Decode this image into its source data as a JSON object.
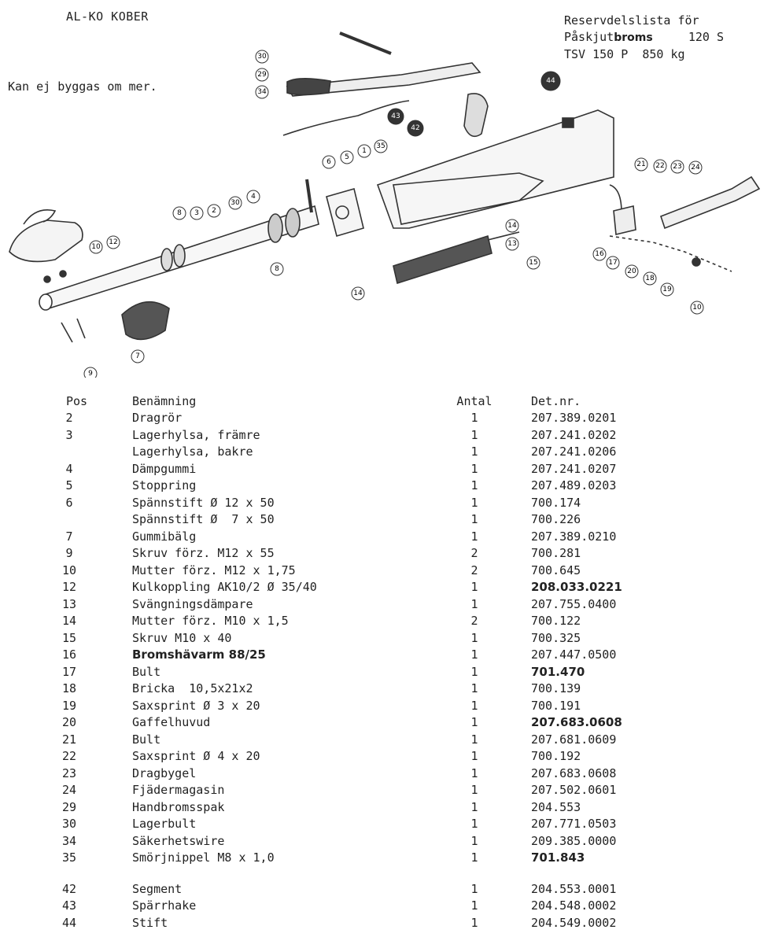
{
  "header": {
    "brand": "AL-KO KOBER",
    "note": "Kan ej byggas om mer.",
    "title_line1": "Reservdelslista för",
    "title_line2_a": "Påskjut",
    "title_line2_b": "broms",
    "title_line2_c": "120 S",
    "title_line3": "TSV 150 P  850 kg"
  },
  "diagram": {
    "callouts": [
      "30",
      "29",
      "34",
      "44",
      "43",
      "42",
      "35",
      "1",
      "5",
      "6",
      "4",
      "30",
      "3",
      "8",
      "2",
      "8",
      "12",
      "10",
      "9",
      "7",
      "14",
      "13",
      "15",
      "14",
      "21",
      "22",
      "23",
      "24",
      "16",
      "17",
      "20",
      "18",
      "19",
      "10"
    ]
  },
  "table": {
    "headers": {
      "pos": "Pos",
      "name": "Benämning",
      "qty": "Antal",
      "det": "Det.nr."
    },
    "rows": [
      {
        "pos": "2",
        "name": "Dragrör",
        "qty": "1",
        "det": "207.389.0201"
      },
      {
        "pos": "3",
        "name": "Lagerhylsa, främre",
        "qty": "1",
        "det": "207.241.0202"
      },
      {
        "pos": "",
        "name": "Lagerhylsa, bakre",
        "qty": "1",
        "det": "207.241.0206"
      },
      {
        "pos": "4",
        "name": "Dämpgummi",
        "qty": "1",
        "det": "207.241.0207"
      },
      {
        "pos": "5",
        "name": "Stoppring",
        "qty": "1",
        "det": "207.489.0203"
      },
      {
        "pos": "6",
        "name": "Spännstift Ø 12 x 50",
        "qty": "1",
        "det": "700.174"
      },
      {
        "pos": "",
        "name": "Spännstift Ø  7 x 50",
        "qty": "1",
        "det": "700.226"
      },
      {
        "pos": "7",
        "name": "Gummibälg",
        "qty": "1",
        "det": "207.389.0210"
      },
      {
        "pos": "9",
        "name": "Skruv förz. M12 x 55",
        "qty": "2",
        "det": "700.281"
      },
      {
        "pos": "10",
        "name": "Mutter förz. M12 x 1,75",
        "qty": "2",
        "det": "700.645"
      },
      {
        "pos": "12",
        "name": "Kulkoppling AK10/2 Ø 35/40",
        "qty": "1",
        "det": "208.033.0221",
        "bold_det": true
      },
      {
        "pos": "13",
        "name": "Svängningsdämpare",
        "qty": "1",
        "det": "207.755.0400"
      },
      {
        "pos": "14",
        "name": "Mutter förz. M10 x 1,5",
        "qty": "2",
        "det": "700.122"
      },
      {
        "pos": "15",
        "name": "Skruv M10 x 40",
        "qty": "1",
        "det": "700.325"
      },
      {
        "pos": "16",
        "name": "Bromshävarm 88/25",
        "qty": "1",
        "det": "207.447.0500",
        "bold_name": true
      },
      {
        "pos": "17",
        "name": "Bult",
        "qty": "1",
        "det": "701.470",
        "bold_det": true
      },
      {
        "pos": "18",
        "name": "Bricka  10,5x21x2",
        "qty": "1",
        "det": "700.139"
      },
      {
        "pos": "19",
        "name": "Saxsprint Ø 3 x 20",
        "qty": "1",
        "det": "700.191"
      },
      {
        "pos": "20",
        "name": "Gaffelhuvud",
        "qty": "1",
        "det": "207.683.0608",
        "bold_det": true
      },
      {
        "pos": "21",
        "name": "Bult",
        "qty": "1",
        "det": "207.681.0609"
      },
      {
        "pos": "22",
        "name": "Saxsprint Ø 4 x 20",
        "qty": "1",
        "det": "700.192"
      },
      {
        "pos": "23",
        "name": "Dragbygel",
        "qty": "1",
        "det": "207.683.0608"
      },
      {
        "pos": "24",
        "name": "Fjädermagasin",
        "qty": "1",
        "det": "207.502.0601"
      },
      {
        "pos": "29",
        "name": "Handbromsspak",
        "qty": "1",
        "det": "204.553"
      },
      {
        "pos": "30",
        "name": "Lagerbult",
        "qty": "1",
        "det": "207.771.0503"
      },
      {
        "pos": "34",
        "name": "Säkerhetswire",
        "qty": "1",
        "det": "209.385.0000"
      },
      {
        "pos": "35",
        "name": "Smörjnippel M8 x 1,0",
        "qty": "1",
        "det": "701.843",
        "bold_det": true
      },
      {
        "pos": "42",
        "name": "Segment",
        "qty": "1",
        "det": "204.553.0001"
      },
      {
        "pos": "43",
        "name": "Spärrhake",
        "qty": "1",
        "det": "204.548.0002"
      },
      {
        "pos": "44",
        "name": "Stift",
        "qty": "1",
        "det": "204.549.0002"
      }
    ]
  }
}
